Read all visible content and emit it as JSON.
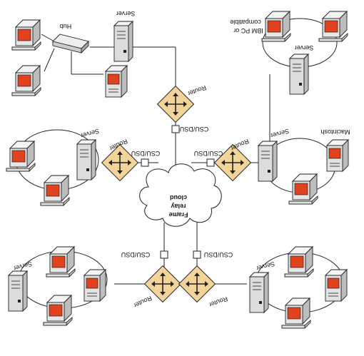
{
  "frame_relay": {
    "line1": "Frame",
    "line2": "relay",
    "line3": "cloud"
  },
  "labels": {
    "hub": "Hub",
    "server": "Server",
    "router": "Router",
    "csu_dsu": "CSU/DSU",
    "ibm_pc_line1": "IBM PC or",
    "ibm_pc_line2": "compatible",
    "macintosh": "Macintosh"
  },
  "colors": {
    "screen": "#e0421e",
    "router_fill": "#f2d49a",
    "device_body": "#d9d9d9",
    "line": "#222222"
  }
}
